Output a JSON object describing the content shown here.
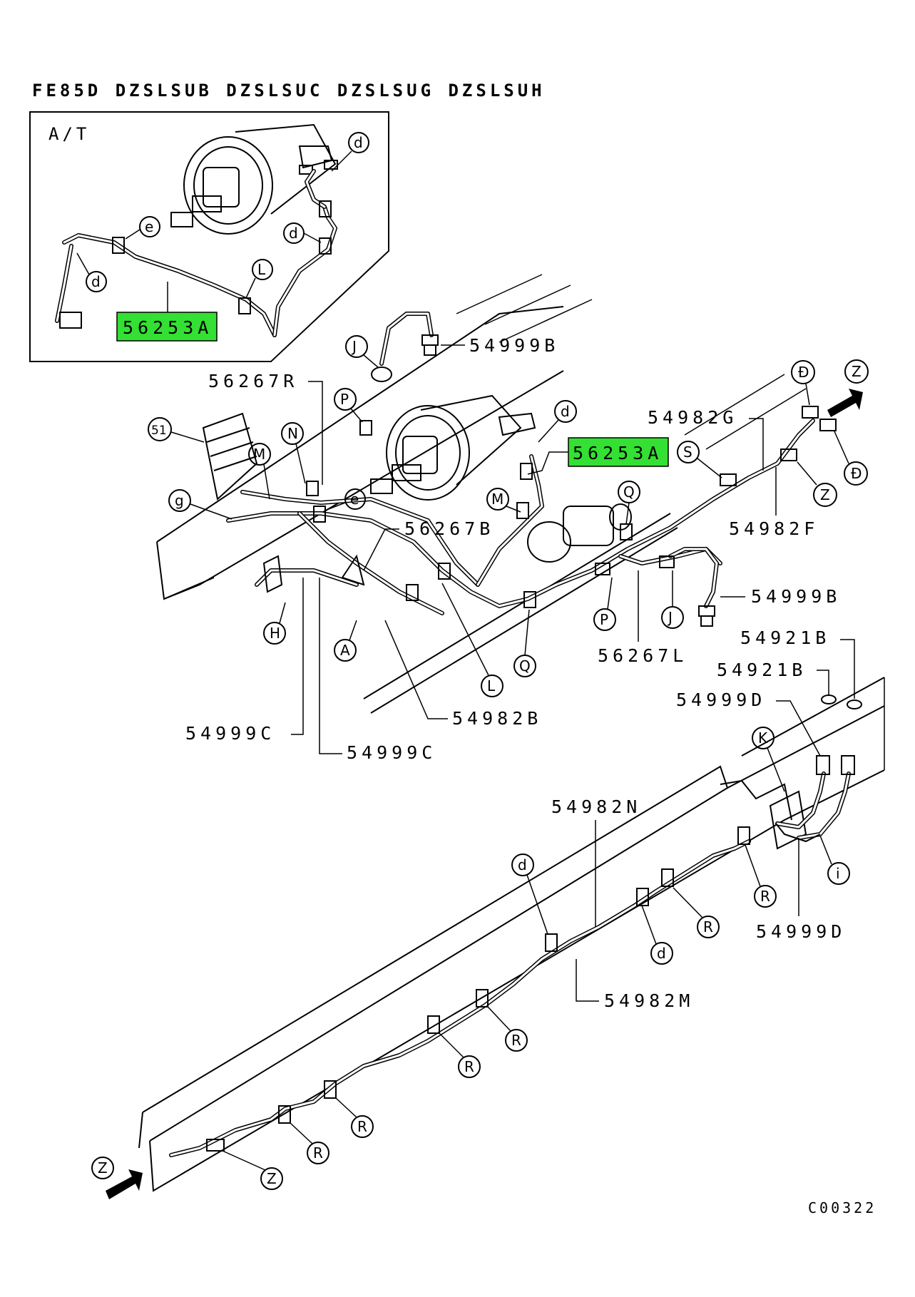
{
  "header": "FE85D DZSLSUB DZSLSUC DZSLSUG DZSLSUH",
  "inset_label": "A/T",
  "drawing_number": "C00322",
  "highlight_color": "#33e033",
  "parts": [
    {
      "id": "p-56253A-inset",
      "text": "56253A",
      "highlighted": true
    },
    {
      "id": "p-56253A-main",
      "text": "56253A",
      "highlighted": true
    },
    {
      "id": "p-54999B-top",
      "text": "54999B"
    },
    {
      "id": "p-56267R",
      "text": "56267R"
    },
    {
      "id": "p-54982G",
      "text": "54982G"
    },
    {
      "id": "p-54982F",
      "text": "54982F"
    },
    {
      "id": "p-56267B",
      "text": "56267B"
    },
    {
      "id": "p-54999B-right",
      "text": "54999B"
    },
    {
      "id": "p-54921B-1",
      "text": "54921B"
    },
    {
      "id": "p-54921B-2",
      "text": "54921B"
    },
    {
      "id": "p-56267L",
      "text": "56267L"
    },
    {
      "id": "p-54999D-top",
      "text": "54999D"
    },
    {
      "id": "p-54982B",
      "text": "54982B"
    },
    {
      "id": "p-54999C-left",
      "text": "54999C"
    },
    {
      "id": "p-54999C-mid",
      "text": "54999C"
    },
    {
      "id": "p-54982N",
      "text": "54982N"
    },
    {
      "id": "p-54999D-bottom",
      "text": "54999D"
    },
    {
      "id": "p-54982M",
      "text": "54982M"
    }
  ],
  "callouts": {
    "d": "d",
    "e": "e",
    "L": "L",
    "J": "J",
    "P": "P",
    "N": "N",
    "M": "M",
    "g": "g",
    "H": "H",
    "A": "A",
    "S": "S",
    "Q": "Q",
    "D": "Đ",
    "Z": "Z",
    "K": "K",
    "i": "i",
    "R": "R",
    "51": "51"
  }
}
